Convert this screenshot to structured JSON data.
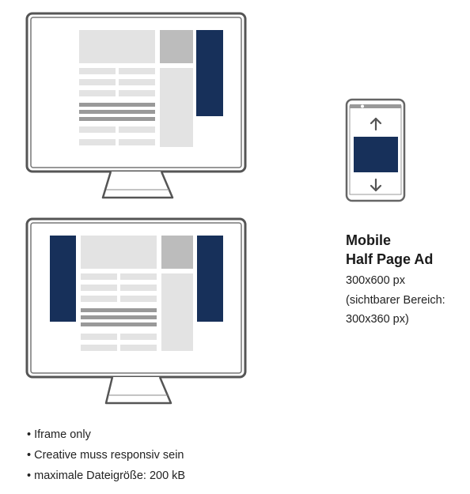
{
  "title": {
    "line1": "Mobile",
    "line2": "Half Page Ad"
  },
  "details": [
    "300x600 px",
    "(sichtbarer Bereich:",
    "300x360 px)"
  ],
  "bullets": [
    "Iframe only",
    "Creative muss responsiv sein",
    "maximale Dateigröße: 200 kB"
  ],
  "colors": {
    "ad": "#17305a",
    "placeholder_light": "#e3e3e3",
    "placeholder_dark": "#bcbcbc",
    "text_bar": "#999999",
    "outline": "#555555"
  },
  "icons": [
    "arrow-up-icon",
    "arrow-down-icon"
  ]
}
